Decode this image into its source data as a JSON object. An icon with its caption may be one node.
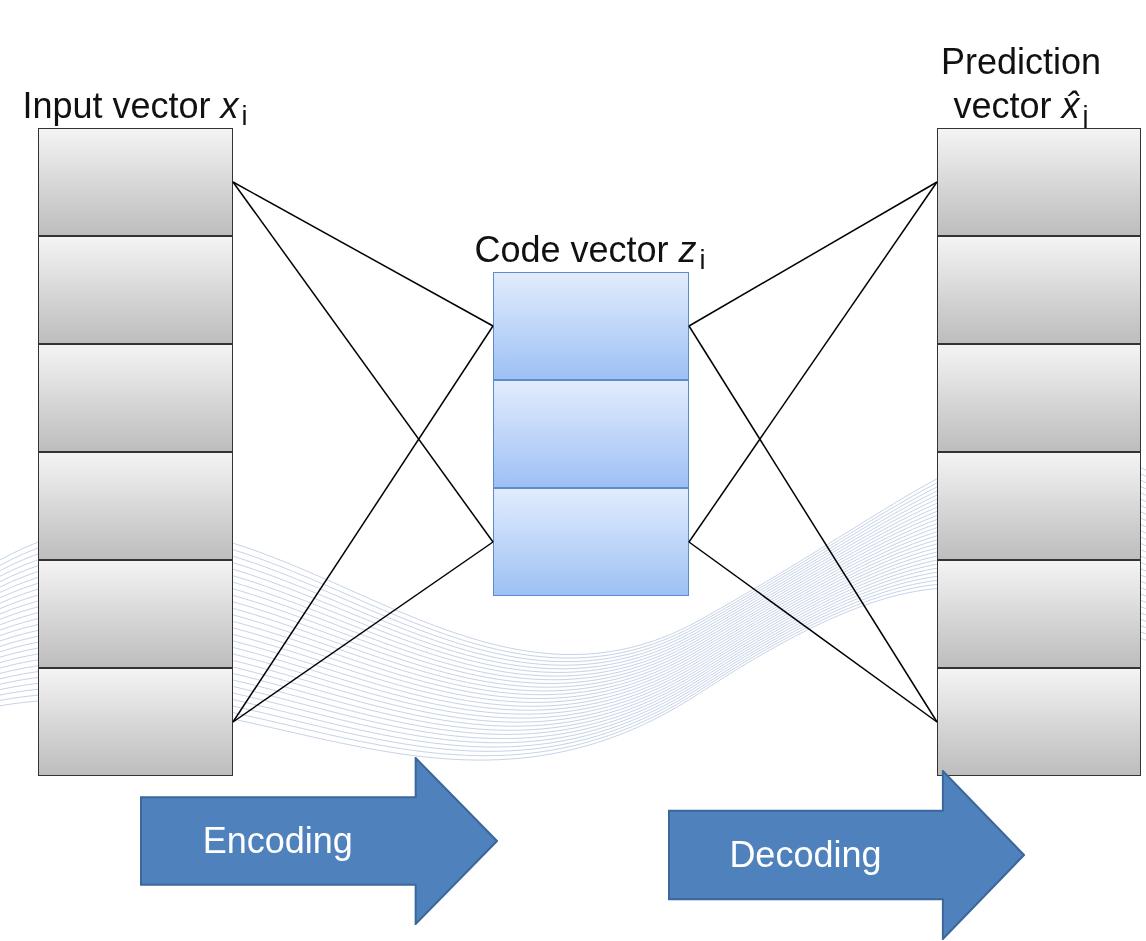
{
  "diagram": {
    "nodes": [
      {
        "text": [
          "Input vector *x*$_{i}$"
        ]
      },
      {
        "text": [],
        "shape": "box",
        "in": 0
      },
      {
        "text": [],
        "shape": "box",
        "in": 0
      },
      {
        "text": [],
        "shape": "box",
        "in": 0
      },
      {
        "text": [],
        "shape": "box",
        "in": 0
      },
      {
        "text": [],
        "shape": "box",
        "in": 0
      },
      {
        "text": [],
        "shape": "box",
        "in": 0
      },
      {
        "text": [
          "Code vector *z*$_{i}$"
        ]
      },
      {
        "text": [],
        "shape": "box",
        "in": 7
      },
      {
        "text": [],
        "shape": "box",
        "in": 7
      },
      {
        "text": [],
        "shape": "box",
        "in": 7
      },
      {
        "text": [
          "Prediction vector *x̂*$_{j}$"
        ]
      },
      {
        "text": [],
        "shape": "box",
        "in": 11
      },
      {
        "text": [],
        "shape": "box",
        "in": 11
      },
      {
        "text": [],
        "shape": "box",
        "in": 11
      },
      {
        "text": [],
        "shape": "box",
        "in": 11
      },
      {
        "text": [],
        "shape": "box",
        "in": 11
      },
      {
        "text": [],
        "shape": "box",
        "in": 11
      },
      {
        "text": [
          "Encoding"
        ]
      },
      {
        "text": [
          "Decoding"
        ]
      }
    ],
    "edges": [
      {
        "from": 1,
        "to": 8,
        "arrow": "none"
      },
      {
        "from": 1,
        "to": 10,
        "arrow": "none"
      },
      {
        "from": 6,
        "to": 8,
        "arrow": "none"
      },
      {
        "from": 6,
        "to": 10,
        "arrow": "none"
      },
      {
        "from": 8,
        "to": 12,
        "arrow": "none"
      },
      {
        "from": 8,
        "to": 17,
        "arrow": "none"
      },
      {
        "from": 10,
        "to": 12,
        "arrow": "none"
      },
      {
        "from": 10,
        "to": 17,
        "arrow": "none"
      }
    ]
  }
}
